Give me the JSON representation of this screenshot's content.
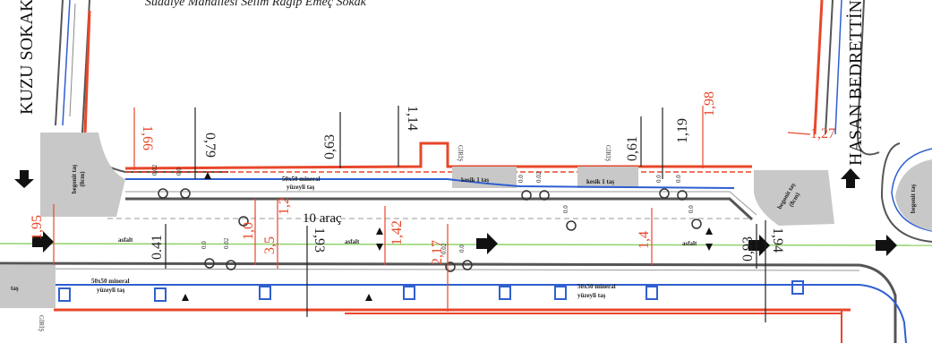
{
  "plan": {
    "top_caption": "Sudaiye Mahallesi Selim Ragip Emeç Sokak",
    "left_street": "KUZU SOKAK",
    "right_street": "HASAN BEDRETTİN",
    "parking_note": "10 araç",
    "asphalt": "asfalt",
    "curb_top_1": "50x50 mineral",
    "curb_top_2": "yüzeyli taş",
    "curb_bottom_1": "50x50 mineral",
    "curb_bottom_2": "yüzeyli taş",
    "kesik": "kesik 1 taş",
    "begonit_1": "begonit taş",
    "begonit_2": "(8cm)",
    "tas": "taş",
    "giris": "GİRİŞ",
    "zero": "0.0",
    "level_002": "0.02",
    "dims_black": [
      "0,79",
      "0,63",
      "1,14",
      "0,61",
      "1,19",
      "0.41",
      "1,93",
      "0,93",
      "1,94"
    ],
    "dims_red": [
      "1,66",
      "1,98",
      "1,27",
      "1,95",
      "1,0",
      "3,5",
      "1,2",
      "1,42",
      "2,17",
      "1,4"
    ],
    "colors": {
      "red": "#e8472a",
      "blue": "#2f5fd0",
      "green": "#8fd36a",
      "gray": "#c8c8c8",
      "dark": "#222222"
    }
  }
}
